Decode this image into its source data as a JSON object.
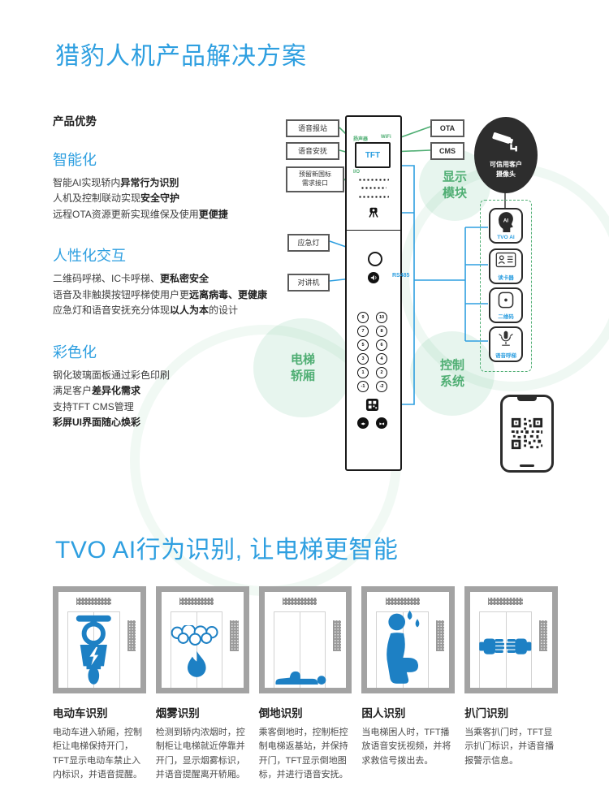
{
  "page": {
    "title": "猎豹人机产品解决方案",
    "section2_title": "TVO AI行为识别, 让电梯更智能"
  },
  "colors": {
    "accent_blue": "#2e9fe0",
    "label_green": "#4fae73",
    "illustration_blue": "#1d80c4",
    "bubble_dark": "#2d2d2d"
  },
  "advantages": {
    "heading": "产品优势",
    "sections": [
      {
        "title": "智能化",
        "lines": [
          [
            {
              "t": "智能AI实现轿内"
            },
            {
              "t": "异常行为识别",
              "b": true
            }
          ],
          [
            {
              "t": "人机及控制联动实现"
            },
            {
              "t": "安全守护",
              "b": true
            }
          ],
          [
            {
              "t": "远程OTA资源更新实现维保及使用"
            },
            {
              "t": "更便捷",
              "b": true
            }
          ]
        ]
      },
      {
        "title": "人性化交互",
        "lines": [
          [
            {
              "t": "二维码呼梯、IC卡呼梯、"
            },
            {
              "t": "更私密安全",
              "b": true
            }
          ],
          [
            {
              "t": "语音及非触摸按钮呼梯使用户更"
            },
            {
              "t": "远离病毒、更健康",
              "b": true
            }
          ],
          [
            {
              "t": "应急灯和语音安抚充分体现"
            },
            {
              "t": "以人为本",
              "b": true
            },
            {
              "t": "的设计"
            }
          ]
        ]
      },
      {
        "title": "彩色化",
        "lines": [
          [
            {
              "t": "钢化玻璃面板通过彩色印刷"
            }
          ],
          [
            {
              "t": "满足客户"
            },
            {
              "t": "差异化需求",
              "b": true
            }
          ],
          [
            {
              "t": "支持TFT CMS管理"
            }
          ],
          [
            {
              "t": "彩屏UI界面随心焕彩",
              "b": true
            }
          ]
        ]
      }
    ]
  },
  "diagram": {
    "left_tags": {
      "voice_station": "语音报站",
      "voice_comfort": "语音安抚",
      "reserved_line1": "预留新国标",
      "reserved_line2": "需求接口",
      "emergency_light": "应急灯",
      "intercom": "对讲机"
    },
    "right_tags": {
      "ota": "OTA",
      "cms": "CMS"
    },
    "panel": {
      "screen_label": "TFT",
      "corner_speaker": "扬声器",
      "corner_wifi": "WiFi",
      "corner_io": "I/O",
      "bus_label": "RS485",
      "floor_rows": [
        [
          "9",
          "10"
        ],
        [
          "7",
          "8"
        ],
        [
          "5",
          "6"
        ],
        [
          "3",
          "4"
        ],
        [
          "1",
          "2"
        ],
        [
          "-1",
          "-2"
        ]
      ],
      "door_buttons": [
        "◀▶",
        "▶◀"
      ]
    },
    "camera_bubble": {
      "line1": "可信用客户",
      "line2": "摄像头"
    },
    "green_labels": {
      "display_module": [
        "显示",
        "模块"
      ],
      "elevator_car": [
        "电梯",
        "轿厢"
      ],
      "control_system": [
        "控制",
        "系统"
      ]
    },
    "modules": [
      {
        "name": "TVO AI",
        "icon": "ai-head-icon"
      },
      {
        "name": "读卡器",
        "icon": "card-reader-icon"
      },
      {
        "name": "二维码",
        "icon": "qr-code-icon"
      },
      {
        "name": "语音呼梯",
        "icon": "voice-mic-icon"
      }
    ]
  },
  "cards": [
    {
      "title": "电动车识别",
      "icon": "scooter-icon",
      "desc": "电动车进入轿厢，控制柜让电梯保持开门，TFT显示电动车禁止入内标识，并语音提醒。"
    },
    {
      "title": "烟雾识别",
      "icon": "smoke-icon",
      "desc": "检测到轿内浓烟时，控制柜让电梯就近停靠并开门，显示烟雾标识，并语音提醒离开轿厢。"
    },
    {
      "title": "倒地识别",
      "icon": "fallen-person-icon",
      "desc": "乘客倒地时，控制柜控制电梯返基站，并保持开门，TFT显示倒地图标，并进行语音安抚。"
    },
    {
      "title": "困人识别",
      "icon": "trapped-person-icon",
      "desc": "当电梯困人时，TFT播放语音安抚视频，并将求救信号拨出去。"
    },
    {
      "title": "扒门识别",
      "icon": "door-pry-icon",
      "desc": "当乘客扒门时，TFT显示扒门标识，并语音播报警示信息。"
    }
  ]
}
